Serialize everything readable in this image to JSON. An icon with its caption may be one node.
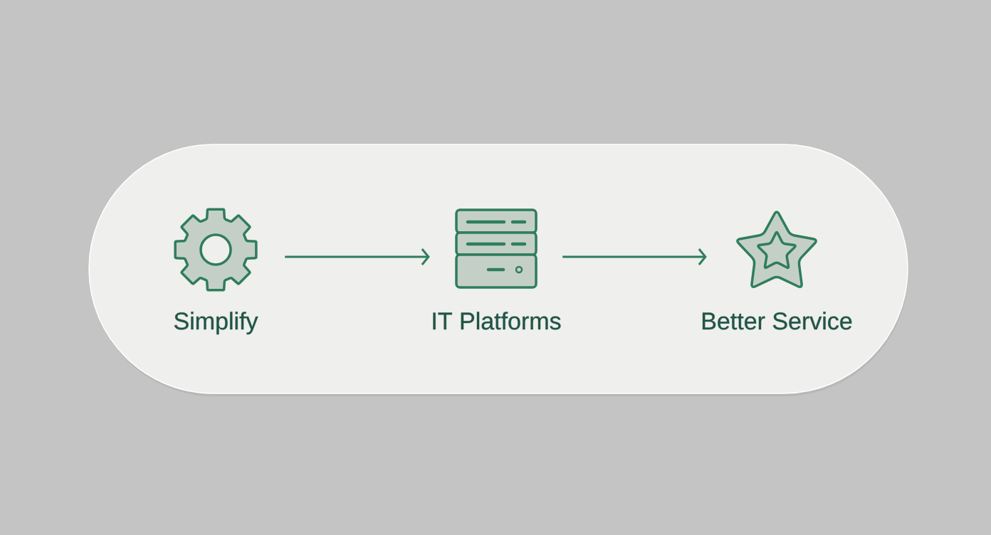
{
  "diagram": {
    "nodes": [
      {
        "text": [],
        "shape": "picture",
        "beside": [
          "Simplify"
        ]
      },
      {
        "text": [],
        "shape": "picture",
        "beside": [
          "IT Platforms"
        ]
      },
      {
        "text": [],
        "shape": "picture",
        "beside": [
          "Better Service"
        ]
      }
    ],
    "edges": [
      {
        "from": 0,
        "to": 1,
        "arrow": "to"
      },
      {
        "from": 1,
        "to": 2,
        "arrow": "to"
      }
    ]
  }
}
